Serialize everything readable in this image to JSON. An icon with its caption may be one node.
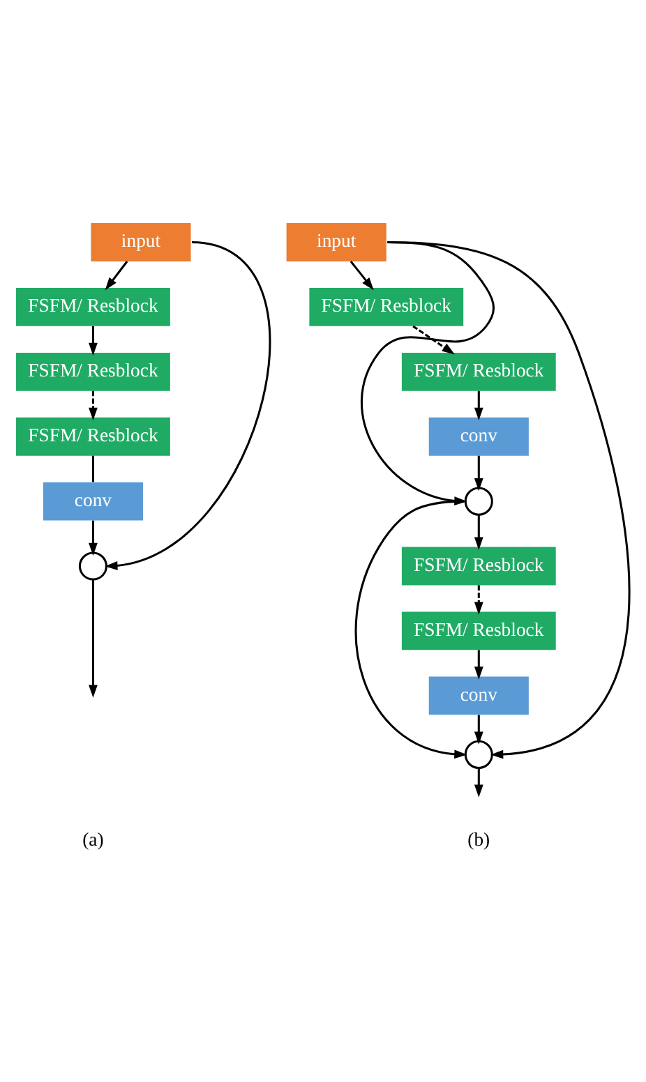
{
  "diagram": {
    "nodes": [
      {
        "text": [
          "input"
        ]
      },
      {
        "text": [
          "FSFM/ Resblock"
        ]
      },
      {
        "text": [
          "FSFM/ Resblock"
        ]
      },
      {
        "text": [
          "FSFM/ Resblock"
        ]
      },
      {
        "text": [
          "conv"
        ]
      },
      {
        "text": [],
        "shape": "circle"
      },
      {
        "text": [
          "input"
        ]
      },
      {
        "text": [
          "FSFM/ Resblock"
        ]
      },
      {
        "text": [
          "FSFM/ Resblock"
        ]
      },
      {
        "text": [
          "conv"
        ]
      },
      {
        "text": [],
        "shape": "circle"
      },
      {
        "text": [
          "FSFM/ Resblock"
        ]
      },
      {
        "text": [
          "FSFM/ Resblock"
        ]
      },
      {
        "text": [
          "conv"
        ]
      },
      {
        "text": [],
        "shape": "circle"
      }
    ],
    "edges": [
      {
        "from": 0,
        "to": 1,
        "arrow": "to"
      },
      {
        "from": 1,
        "to": 2,
        "arrow": "to"
      },
      {
        "from": 2,
        "to": 3,
        "arrow": "to",
        "style": "dashed"
      },
      {
        "from": 3,
        "to": 4,
        "arrow": "none"
      },
      {
        "from": 4,
        "to": 5,
        "arrow": "to"
      },
      {
        "from": 0,
        "to": 5,
        "arrow": "to"
      },
      {
        "from": 5,
        "to": null,
        "arrow": "to"
      },
      {
        "from": 6,
        "to": 7,
        "arrow": "to"
      },
      {
        "from": 7,
        "to": 8,
        "arrow": "to",
        "style": "dashed"
      },
      {
        "from": 8,
        "to": 9,
        "arrow": "to"
      },
      {
        "from": 9,
        "to": 10,
        "arrow": "to"
      },
      {
        "from": 6,
        "to": 10,
        "arrow": "to"
      },
      {
        "from": 10,
        "to": 11,
        "arrow": "to"
      },
      {
        "from": 11,
        "to": 12,
        "arrow": "to",
        "style": "dashed"
      },
      {
        "from": 12,
        "to": 13,
        "arrow": "to"
      },
      {
        "from": 13,
        "to": 14,
        "arrow": "to"
      },
      {
        "from": 10,
        "to": 14,
        "arrow": "to"
      },
      {
        "from": 6,
        "to": 14,
        "arrow": "to"
      },
      {
        "from": 14,
        "to": null,
        "arrow": "to"
      }
    ],
    "labels": [
      "(a)",
      "(b)"
    ]
  }
}
